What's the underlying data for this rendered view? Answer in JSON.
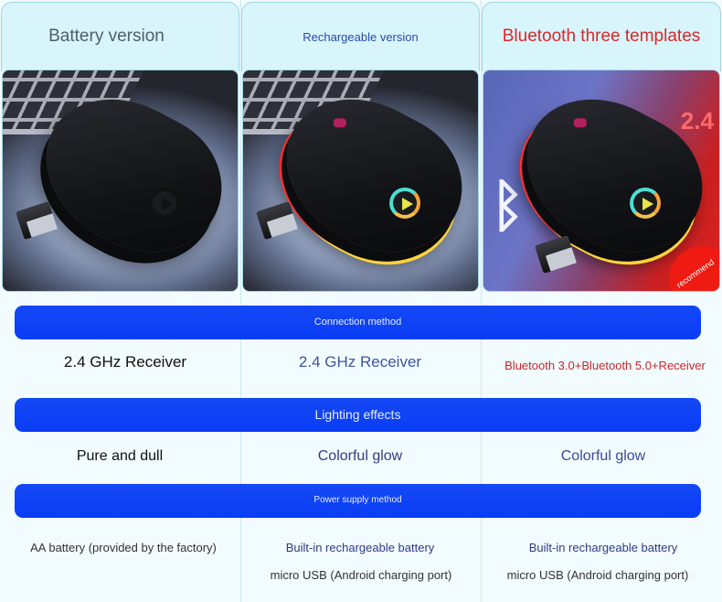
{
  "columns": [
    {
      "title": "Battery version",
      "title_color": "#4f5f68",
      "image": "black-mouse-no-lighting",
      "connection": "2.4 GHz Receiver",
      "lighting": "Pure and dull",
      "power": [
        "AA battery (provided by the factory)"
      ]
    },
    {
      "title": "Rechargeable version",
      "title_color": "#2a4bab",
      "image": "black-mouse-rgb-lighting",
      "connection": "2.4 GHz Receiver",
      "lighting": "Colorful glow",
      "power": [
        "Built-in rechargeable battery",
        "micro USB (Android charging port)"
      ]
    },
    {
      "title": "Bluetooth three templates",
      "title_color": "#d9282b",
      "image": "black-mouse-rgb-bluetooth",
      "image_overlays": {
        "bluetooth_symbol": "ᛒ",
        "signal_label": "2.4",
        "badge": "recommend"
      },
      "connection": "Bluetooth 3.0+Bluetooth 5.0+Receiver",
      "lighting": "Colorful glow",
      "power": [
        "Built-in rechargeable battery",
        "micro USB (Android charging port)"
      ]
    }
  ],
  "sections": {
    "connection": "Connection method",
    "lighting": "Lighting effects",
    "power": "Power supply method"
  },
  "colors": {
    "section_bar": "#0a3ef6",
    "header_bg": "#d7f5fa",
    "page_bg": "#f2fbfd",
    "accent_red": "#d9282b",
    "accent_blue": "#2f3c88"
  }
}
